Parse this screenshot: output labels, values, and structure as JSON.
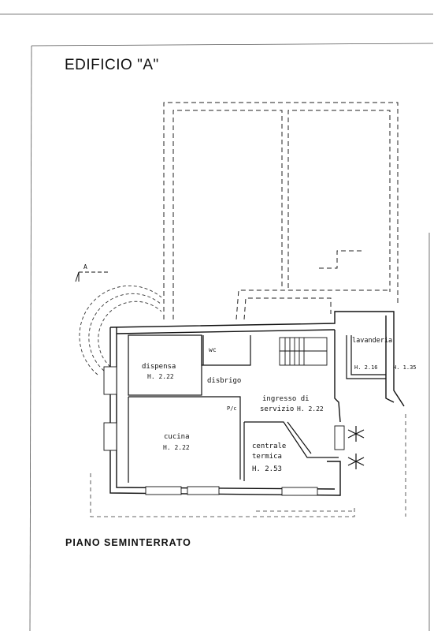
{
  "title": "EDIFICIO \"A\"",
  "footer": "PIANO SEMINTERRATO",
  "section_marker": "A",
  "rooms": {
    "dispensa": {
      "name": "dispensa",
      "height": "H. 2.22"
    },
    "wc": {
      "name": "wc"
    },
    "disimpegno": {
      "name": "disbrigo"
    },
    "cucina": {
      "name": "cucina",
      "height": "H. 2.22"
    },
    "ingresso": {
      "name_line1": "ingresso di",
      "name_line2": "servizio",
      "height": "H. 2.22"
    },
    "centrale": {
      "name_line1": "centrale",
      "name_line2": "termica",
      "height": "H. 2.53"
    },
    "lavanderia": {
      "name": "lavanderia",
      "height": "H. 2.16"
    },
    "esterno": {
      "height": "H. 1.35"
    },
    "pozzetto": {
      "label": "P/c"
    }
  }
}
